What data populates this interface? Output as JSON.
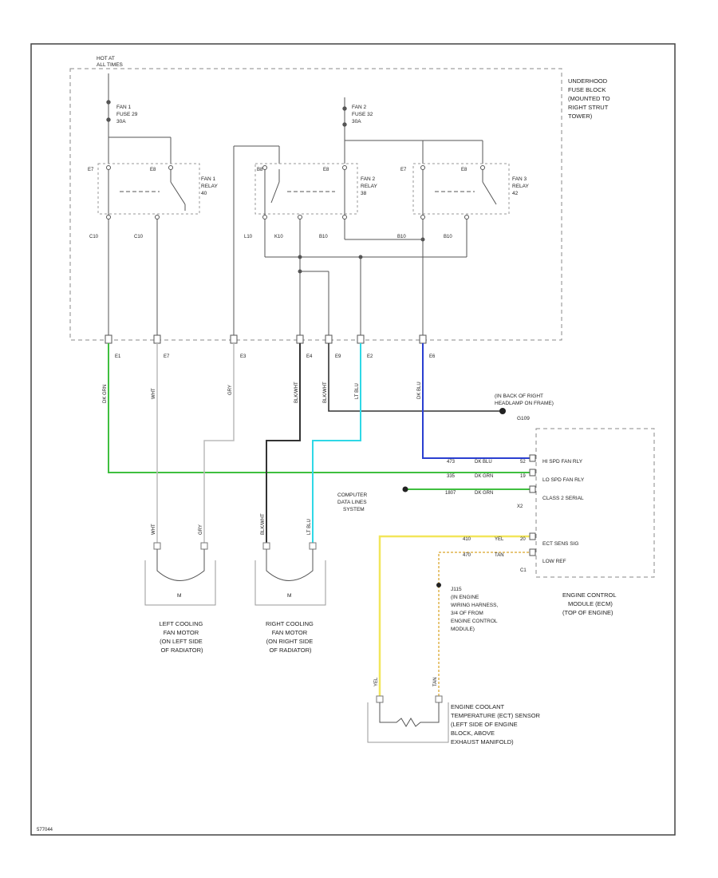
{
  "fuse_block": {
    "hot_at_label": [
      "HOT AT",
      "ALL TIMES"
    ],
    "name": [
      "UNDERHOOD",
      "FUSE BLOCK",
      "(MOUNTED TO",
      "RIGHT STRUT",
      "TOWER)"
    ],
    "fuse1": [
      "FAN 1",
      "FUSE 29",
      "30A"
    ],
    "fuse2": [
      "FAN 2",
      "FUSE 32",
      "30A"
    ],
    "relay1": [
      "FAN 1",
      "RELAY",
      "40"
    ],
    "relay2": [
      "FAN 2",
      "RELAY",
      "38"
    ],
    "relay3": [
      "FAN 3",
      "RELAY",
      "42"
    ],
    "cavities": [
      "C10",
      "C10",
      "L10",
      "K10",
      "B10",
      "B10",
      "B10"
    ],
    "term_labels": [
      "E7",
      "E8",
      "B8",
      "E8",
      "E7",
      "E8"
    ]
  },
  "wires": {
    "conn_pins": [
      "E1",
      "E7",
      "E3",
      "E4",
      "E9",
      "E2",
      "E6"
    ],
    "colors": [
      "DK GRN",
      "WHT",
      "GRY",
      "BLK/WHT",
      "BLK/WHT",
      "LT BLU",
      "DK BLU"
    ]
  },
  "ground": {
    "label": [
      "(IN BACK OF RIGHT",
      "HEADLAMP ON FRAME)"
    ],
    "id": "G109"
  },
  "ecm": {
    "signals": [
      {
        "circuit": "473",
        "color": "DK BLU",
        "pin": "52",
        "name": "HI SPD FAN RLY"
      },
      {
        "circuit": "335",
        "color": "DK GRN",
        "pin": "19",
        "name": "LO SPD FAN RLY"
      },
      {
        "circuit": "1807",
        "color": "DK GRN",
        "pin": "X2",
        "name": "CLASS 2 SERIAL"
      },
      {
        "circuit": "410",
        "color": "YEL",
        "pin": "20",
        "name": "ECT SENS SIG"
      },
      {
        "circuit": "470",
        "color": "TAN",
        "pin": "C1",
        "name": "LOW REF"
      }
    ],
    "name": [
      "ENGINE CONTROL",
      "MODULE (ECM)",
      "(TOP OF ENGINE)"
    ]
  },
  "data_link": [
    "COMPUTER",
    "DATA LINES",
    "SYSTEM"
  ],
  "splice": [
    "J115",
    "(IN ENGINE",
    "WIRING HARNESS,",
    "3/4 OF FROM",
    "ENGINE CONTROL",
    "MODULE)"
  ],
  "left_fan": {
    "label": [
      "LEFT COOLING",
      "FAN MOTOR",
      "(ON LEFT SIDE",
      "OF RADIATOR)"
    ],
    "motor": "M",
    "wires": [
      "WHT",
      "GRY"
    ]
  },
  "right_fan": {
    "label": [
      "RIGHT COOLING",
      "FAN MOTOR",
      "(ON RIGHT SIDE",
      "OF RADIATOR)"
    ],
    "motor": "M",
    "wires": [
      "BLK/WHT",
      "LT BLU"
    ]
  },
  "ect_sensor": {
    "label": [
      "ENGINE COOLANT",
      "TEMPERATURE (ECT) SENSOR",
      "(LEFT SIDE OF ENGINE",
      "BLOCK, ABOVE",
      "EXHAUST MANIFOLD)"
    ],
    "wires": [
      "YEL",
      "TAN"
    ]
  },
  "footer_id": "577044",
  "colors": {
    "green": "#3fbf3f",
    "cyan": "#2fd8e6",
    "blue": "#2a3fd0",
    "yellow": "#f2e65a",
    "tan": "#e8c77a",
    "gray": "#bbbbbb",
    "black": "#333333"
  }
}
